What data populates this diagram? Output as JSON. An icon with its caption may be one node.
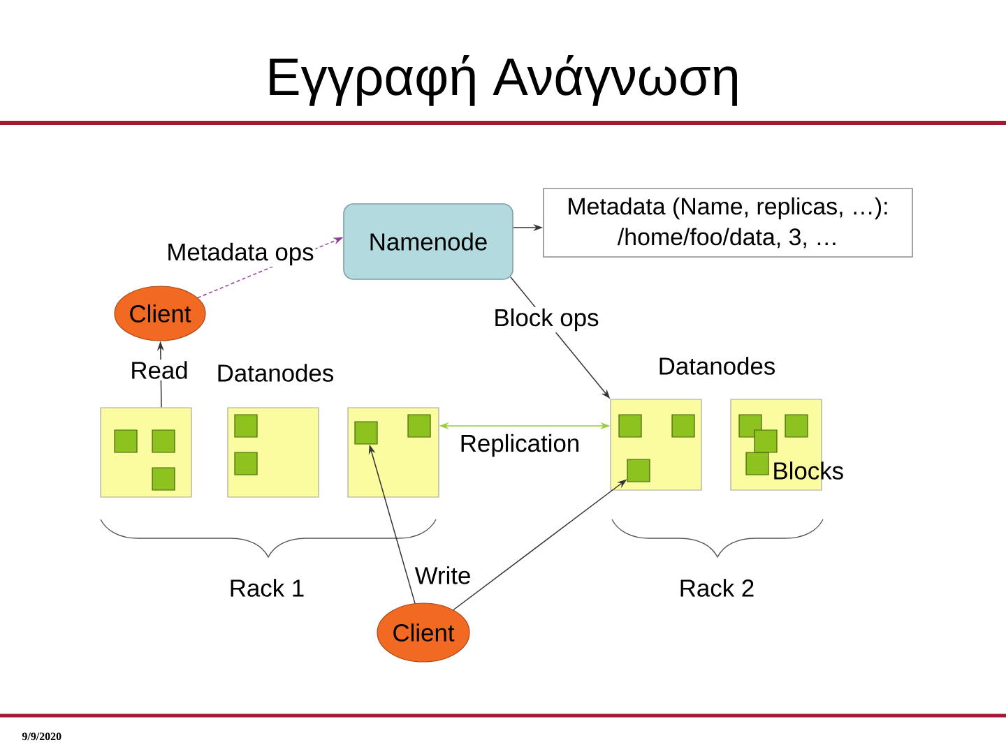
{
  "diagram": {
    "title": "Εγγραφή Ανάγνωση",
    "nodes": [
      {
        "text": [
          "Namenode"
        ]
      },
      {
        "text": [
          "Metadata (Name, replicas, …): /home/foo/data, 3, …"
        ]
      },
      {
        "text": [
          "Client"
        ]
      },
      {
        "text": [],
        "shape": "box"
      },
      {
        "text": [],
        "shape": "box",
        "in": 3
      },
      {
        "text": [],
        "shape": "box",
        "in": 3
      },
      {
        "text": [],
        "shape": "box",
        "in": 3
      },
      {
        "text": [],
        "shape": "box"
      },
      {
        "text": [],
        "shape": "box",
        "in": 7
      },
      {
        "text": [],
        "shape": "box",
        "in": 7
      },
      {
        "text": [],
        "shape": "box"
      },
      {
        "text": [],
        "shape": "box",
        "in": 10
      },
      {
        "text": [],
        "shape": "box",
        "in": 10
      },
      {
        "text": [],
        "shape": "box"
      },
      {
        "text": [],
        "shape": "box",
        "in": 13
      },
      {
        "text": [],
        "shape": "box",
        "in": 13
      },
      {
        "text": [],
        "shape": "box",
        "in": 13
      },
      {
        "text": [],
        "shape": "box"
      },
      {
        "text": [],
        "shape": "box",
        "in": 17
      },
      {
        "text": [],
        "shape": "box",
        "in": 17
      },
      {
        "text": [],
        "shape": "box",
        "in": 17
      },
      {
        "text": [],
        "shape": "box",
        "in": 17
      },
      {
        "text": [
          "Client"
        ]
      }
    ],
    "edges": [
      {
        "from": 2,
        "to": 0,
        "arrow": "to",
        "label": "Metadata ops",
        "style": "dashed",
        "color": "#8b3a96"
      },
      {
        "from": 0,
        "to": 1,
        "arrow": "to"
      },
      {
        "from": 0,
        "to": 13,
        "arrow": "to",
        "label": "Block ops"
      },
      {
        "from": 3,
        "to": 2,
        "arrow": "to",
        "label": "Read"
      },
      {
        "from": 10,
        "to": 13,
        "arrow": "both",
        "label": "Replication",
        "color": "#99cc33"
      },
      {
        "from": 22,
        "to": 11,
        "arrow": "to",
        "label": "Write"
      },
      {
        "from": 22,
        "to": 15,
        "arrow": "to"
      }
    ],
    "labels": [
      "Datanodes",
      "Datanodes",
      "Blocks",
      "Rack 1",
      "Rack 2",
      "9/9/2020"
    ]
  }
}
